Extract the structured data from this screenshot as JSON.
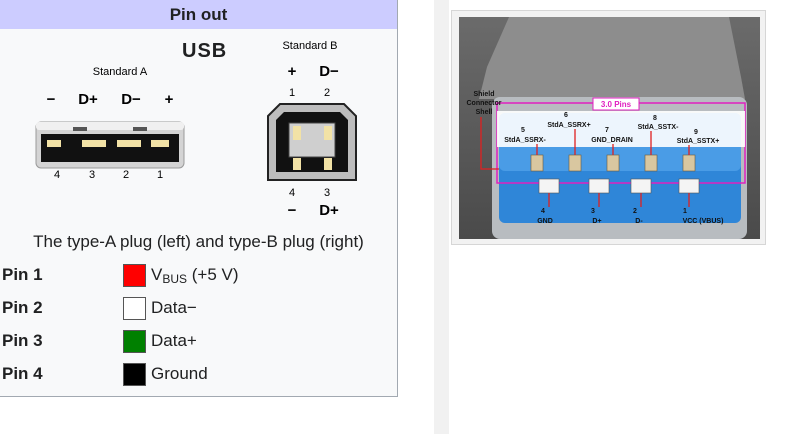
{
  "infobox": {
    "header": "Pin out",
    "usb_heading": "USB",
    "standard_a": {
      "label": "Standard A",
      "top_signs": [
        "−",
        "D+",
        "D−",
        "+"
      ],
      "pin_numbers": [
        "4",
        "3",
        "2",
        "1"
      ]
    },
    "standard_b": {
      "label": "Standard B",
      "top_signs": [
        "+",
        "D−"
      ],
      "top_numbers": [
        "1",
        "2"
      ],
      "bottom_numbers": [
        "4",
        "3"
      ],
      "bottom_signs": [
        "−",
        "D+"
      ]
    },
    "caption": "The type-A plug (left) and type-B plug (right)",
    "pins": [
      {
        "label": "Pin 1",
        "desc_main": "V",
        "desc_sub": "BUS",
        "desc_rest": " (+5 V)",
        "color": "#ff0000"
      },
      {
        "label": "Pin 2",
        "desc_main": "Data−",
        "desc_sub": "",
        "desc_rest": "",
        "color": "#ffffff"
      },
      {
        "label": "Pin 3",
        "desc_main": "Data+",
        "desc_sub": "",
        "desc_rest": "",
        "color": "#008000"
      },
      {
        "label": "Pin 4",
        "desc_main": "Ground",
        "desc_sub": "",
        "desc_rest": "",
        "color": "#000000"
      }
    ]
  },
  "photo": {
    "shell_label": [
      "Shield",
      "Connector",
      "Shell"
    ],
    "pins_box_label": "3.0 Pins",
    "top_pins": [
      {
        "num": "5",
        "name": "StdA_SSRX-"
      },
      {
        "num": "6",
        "name": "StdA_SSRX+"
      },
      {
        "num": "7",
        "name": "GND_DRAIN"
      },
      {
        "num": "8",
        "name": "StdA_SSTX-"
      },
      {
        "num": "9",
        "name": "StdA_SSTX+"
      }
    ],
    "bottom_pins": [
      {
        "num": "4",
        "name": "GND"
      },
      {
        "num": "3",
        "name": "D+"
      },
      {
        "num": "2",
        "name": "D-"
      },
      {
        "num": "1",
        "name": "VCC (VBUS)"
      }
    ],
    "colors": {
      "plastic": "#2f86d8",
      "metal": "#b8bcc0",
      "highlight": "#e020c0",
      "arrow": "#e02020"
    }
  }
}
